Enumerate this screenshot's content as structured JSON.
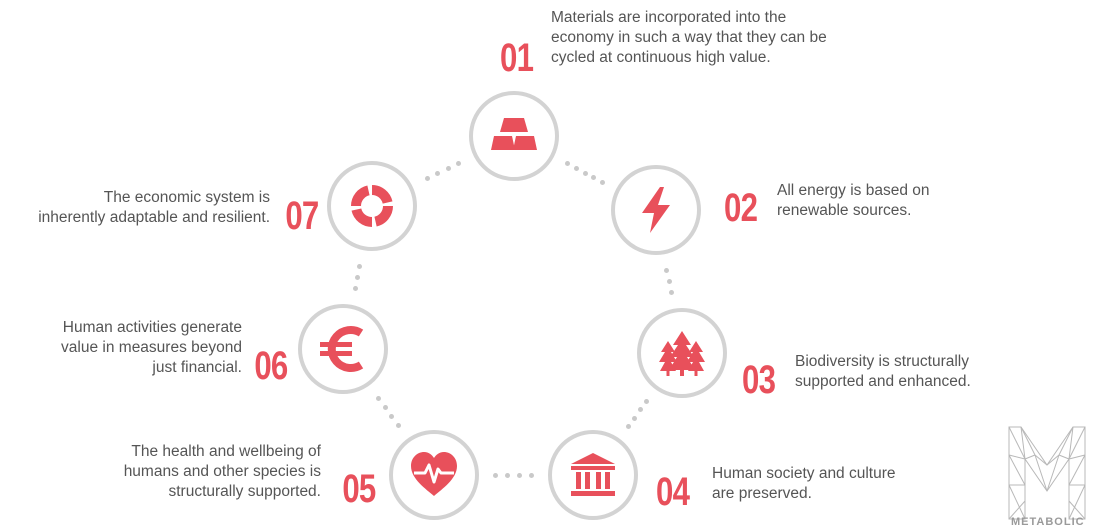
{
  "principles": [
    {
      "number": "01",
      "icon": "gold-bars-icon",
      "lines": [
        "Materials are incorporated into the",
        "economy in such a way that they can be",
        "cycled at continuous high value."
      ]
    },
    {
      "number": "02",
      "icon": "lightning-icon",
      "lines": [
        "All energy is based on",
        "renewable sources."
      ]
    },
    {
      "number": "03",
      "icon": "trees-icon",
      "lines": [
        "Biodiversity is structurally",
        "supported and enhanced."
      ]
    },
    {
      "number": "04",
      "icon": "temple-icon",
      "lines": [
        "Human society and culture",
        "are preserved."
      ]
    },
    {
      "number": "05",
      "icon": "heart-pulse-icon",
      "lines": [
        "The health and wellbeing of",
        "humans and other species is",
        "structurally supported."
      ]
    },
    {
      "number": "06",
      "icon": "euro-icon",
      "lines": [
        "Human activities generate",
        "value in measures beyond",
        "just financial."
      ]
    },
    {
      "number": "07",
      "icon": "cycle-icon",
      "lines": [
        "The economic system is",
        "inherently adaptable and resilient."
      ]
    }
  ],
  "logo": {
    "wordmark": "METABOLIC"
  },
  "colors": {
    "accent": "#e8505b",
    "ring": "#d3d3d3",
    "text": "#555555",
    "dots": "#c9c9c9"
  }
}
